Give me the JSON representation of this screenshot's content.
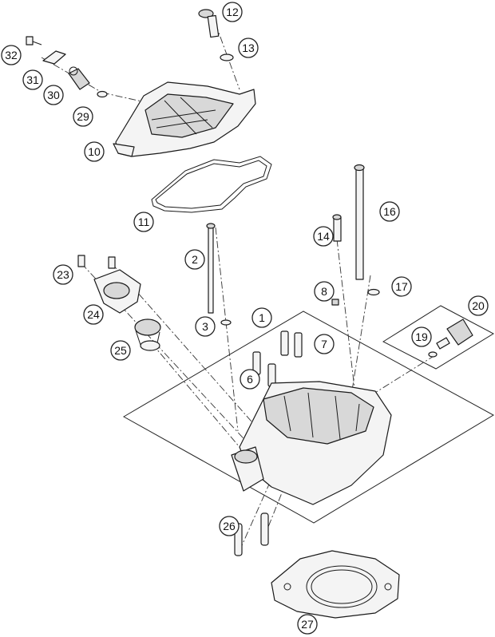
{
  "callouts": [
    {
      "id": "c1",
      "label": "1"
    },
    {
      "id": "c2",
      "label": "2"
    },
    {
      "id": "c3",
      "label": "3"
    },
    {
      "id": "c6",
      "label": "6"
    },
    {
      "id": "c7",
      "label": "7"
    },
    {
      "id": "c8",
      "label": "8"
    },
    {
      "id": "c10",
      "label": "10"
    },
    {
      "id": "c11",
      "label": "11"
    },
    {
      "id": "c12",
      "label": "12"
    },
    {
      "id": "c13",
      "label": "13"
    },
    {
      "id": "c14",
      "label": "14"
    },
    {
      "id": "c16",
      "label": "16"
    },
    {
      "id": "c17",
      "label": "17"
    },
    {
      "id": "c19",
      "label": "19"
    },
    {
      "id": "c20",
      "label": "20"
    },
    {
      "id": "c23",
      "label": "23"
    },
    {
      "id": "c24",
      "label": "24"
    },
    {
      "id": "c25",
      "label": "25"
    },
    {
      "id": "c26",
      "label": "26"
    },
    {
      "id": "c27",
      "label": "27"
    },
    {
      "id": "c29",
      "label": "29"
    },
    {
      "id": "c30",
      "label": "30"
    },
    {
      "id": "c31",
      "label": "31"
    },
    {
      "id": "c32",
      "label": "32"
    }
  ]
}
